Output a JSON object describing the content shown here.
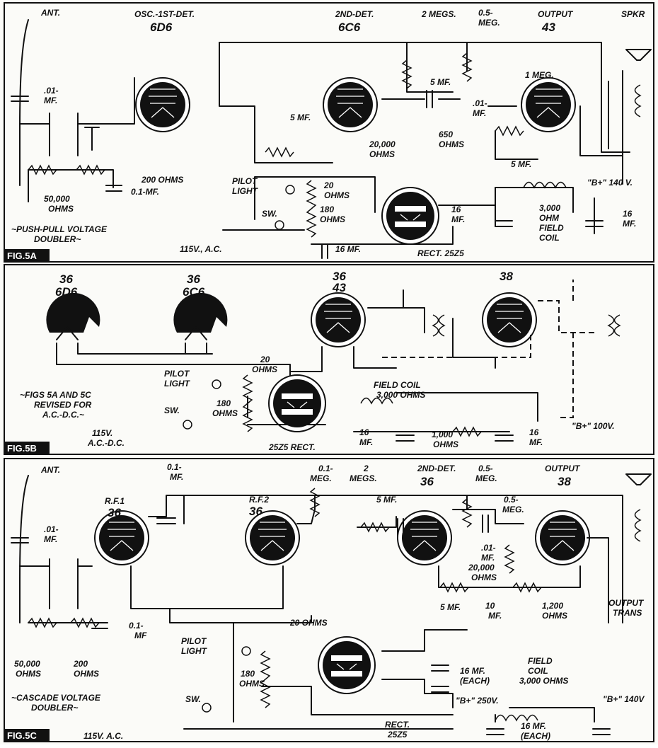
{
  "fig5a": {
    "tag": "FIG.5A",
    "labels": {
      "ant": "ANT.",
      "cap_ant": ".01-",
      "cap_ant_unit": "MF.",
      "osc_title": "OSC.-1ST-DET.",
      "osc_tube": "6D6",
      "det2_title": "2ND-DET.",
      "det2_tube": "6C6",
      "r_2megs": "2 MEGS.",
      "r_05meg": "0.5-",
      "r_05meg_unit": "MEG.",
      "out_title": "OUTPUT",
      "out_tube": "43",
      "spkr": "SPKR",
      "c_5mf_a": "5 MF.",
      "r_1meg": "1 MEG.",
      "c_01mf": ".01-",
      "c_01mf_unit": "MF.",
      "c_5mf_b": "5 MF.",
      "r_20000": "20,000",
      "r_20000_unit": "OHMS",
      "r_650": "650",
      "r_650_unit": "OHMS",
      "c_5mf_c": "5 MF.",
      "r_200": "200 OHMS",
      "c_01": "0.1-MF.",
      "r_50000": "50,000",
      "r_50000_unit": "OHMS",
      "pilot": "PILOT",
      "pilot2": "LIGHT",
      "r_20": "20",
      "r_20_unit": "OHMS",
      "r_180": "180",
      "r_180_unit": "OHMS",
      "sw": "SW.",
      "ac": "115V., A.C.",
      "c_16mf_a": "16 MF.",
      "c_16mf_b": "16",
      "c_16mf_b_unit": "MF.",
      "rect": "RECT. 25Z5",
      "field": "3,000",
      "field2": "OHM",
      "field3": "FIELD",
      "field4": "COIL",
      "bplus": "\"B+\" 140 V.",
      "c_16mf_c": "16",
      "c_16mf_c_unit": "MF.",
      "note1": "~PUSH-PULL VOLTAGE",
      "note2": "DOUBLER~"
    }
  },
  "fig5b": {
    "tag": "FIG.5B",
    "labels": {
      "t1_top": "36",
      "t1_bot": "6D6",
      "t2_top": "36",
      "t2_bot": "6C6",
      "t3_top": "36",
      "t3_bot": "43",
      "t4": "38",
      "r_20": "20",
      "r_20_unit": "OHMS",
      "pilot": "PILOT",
      "pilot2": "LIGHT",
      "note1": "~FIGS 5A AND 5C",
      "note2": "REVISED FOR",
      "note3": "A.C.-D.C.~",
      "sw": "SW.",
      "r_180": "180",
      "r_180_unit": "OHMS",
      "field1": "FIELD COIL",
      "field2": "3,000 OHMS",
      "bplus": "\"B+\" 100V.",
      "ac1": "115V.",
      "ac2": "A.C.-D.C.",
      "c_16a": "16",
      "c_16a_unit": "MF.",
      "r_1000": "1,000",
      "r_1000_unit": "OHMS",
      "c_16b": "16",
      "c_16b_unit": "MF.",
      "rect": "25Z5 RECT."
    }
  },
  "fig5c": {
    "tag": "FIG.5C",
    "labels": {
      "ant": "ANT.",
      "cap_ant": ".01-",
      "cap_ant_unit": "MF.",
      "c_01": "0.1-",
      "c_01_unit": "MF.",
      "rf1_title": "R.F.1",
      "rf1_tube": "36",
      "rf2_title": "R.F.2",
      "rf2_tube": "36",
      "r_01meg": "0.1-",
      "r_01meg_unit": "MEG.",
      "r_2megs": "2",
      "r_2megs_unit": "MEGS.",
      "det2_title": "2ND-DET.",
      "det2_tube": "36",
      "r_05meg": "0.5-",
      "r_05meg_unit": "MEG.",
      "out_title": "OUTPUT",
      "out_tube": "38",
      "c_5mf_a": "5 MF.",
      "r_05meg_b": "0.5-",
      "r_05meg_b_unit": "MEG.",
      "c_01mf": ".01-",
      "c_01mf_unit": "MF.",
      "r_20000": "20,000",
      "r_20000_unit": "OHMS",
      "c_5mf_b": "5 MF.",
      "c_10mf": "10",
      "c_10mf_unit": "MF.",
      "r_1200": "1,200",
      "r_1200_unit": "OHMS",
      "out_trans1": "OUTPUT",
      "out_trans2": "TRANS",
      "r_20": "20 OHMS",
      "c_01b": "0.1-",
      "c_01b_unit": "MF",
      "pilot": "PILOT",
      "pilot2": "LIGHT",
      "r_50000": "50,000",
      "r_50000_unit": "OHMS",
      "r_200": "200",
      "r_200_unit": "OHMS",
      "r_180": "180",
      "r_180_unit": "OHMS",
      "c_16each": "16 MF.",
      "c_16each2": "(EACH)",
      "field1": "FIELD",
      "field2": "COIL",
      "field3": "3,000 OHMS",
      "bplus250": "\"B+\" 250V.",
      "bplus140": "\"B+\" 140V",
      "note1": "~CASCADE VOLTAGE",
      "note2": "DOUBLER~",
      "sw": "SW.",
      "rect1": "RECT.",
      "rect2": "25Z5",
      "c_16each_b": "16 MF.",
      "c_16each_b2": "(EACH)",
      "ac": "115V. A.C."
    }
  }
}
